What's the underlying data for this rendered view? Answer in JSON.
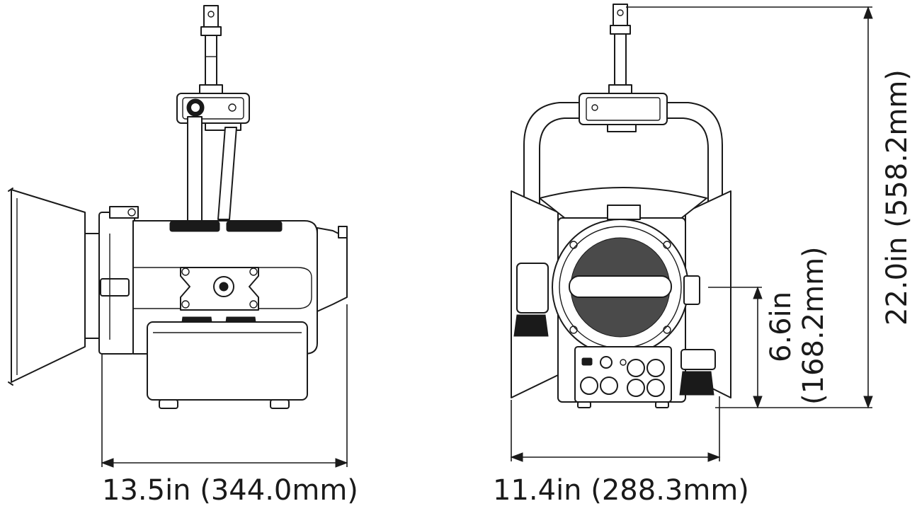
{
  "dimensions": {
    "side_width": "13.5in (344.0mm)",
    "front_width": "11.4in (288.3mm)",
    "total_height": "22.0in (558.2mm)",
    "lens_center_height_in": "6.6in",
    "lens_center_height_mm": "(168.2mm)"
  }
}
